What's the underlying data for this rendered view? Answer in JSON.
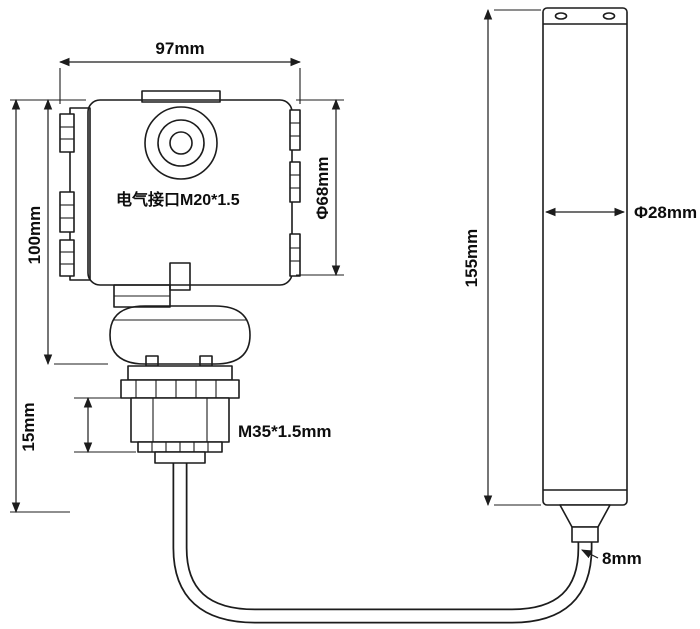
{
  "diagram": {
    "type": "technical-dimension-drawing",
    "subject": "pressure level transmitter with submersible probe",
    "colors": {
      "background": "#ffffff",
      "line": "#1c1c1c",
      "text": "#0d0d0d"
    },
    "labels": {
      "top_width": "97mm",
      "body_height": "100mm",
      "flange_thickness": "15mm",
      "head_diameter": "Φ68mm",
      "electrical_port": "电气接口M20*1.5",
      "thread_spec": "M35*1.5mm",
      "probe_length": "155mm",
      "probe_diameter": "Φ28mm",
      "cable_diameter": "8mm"
    }
  }
}
